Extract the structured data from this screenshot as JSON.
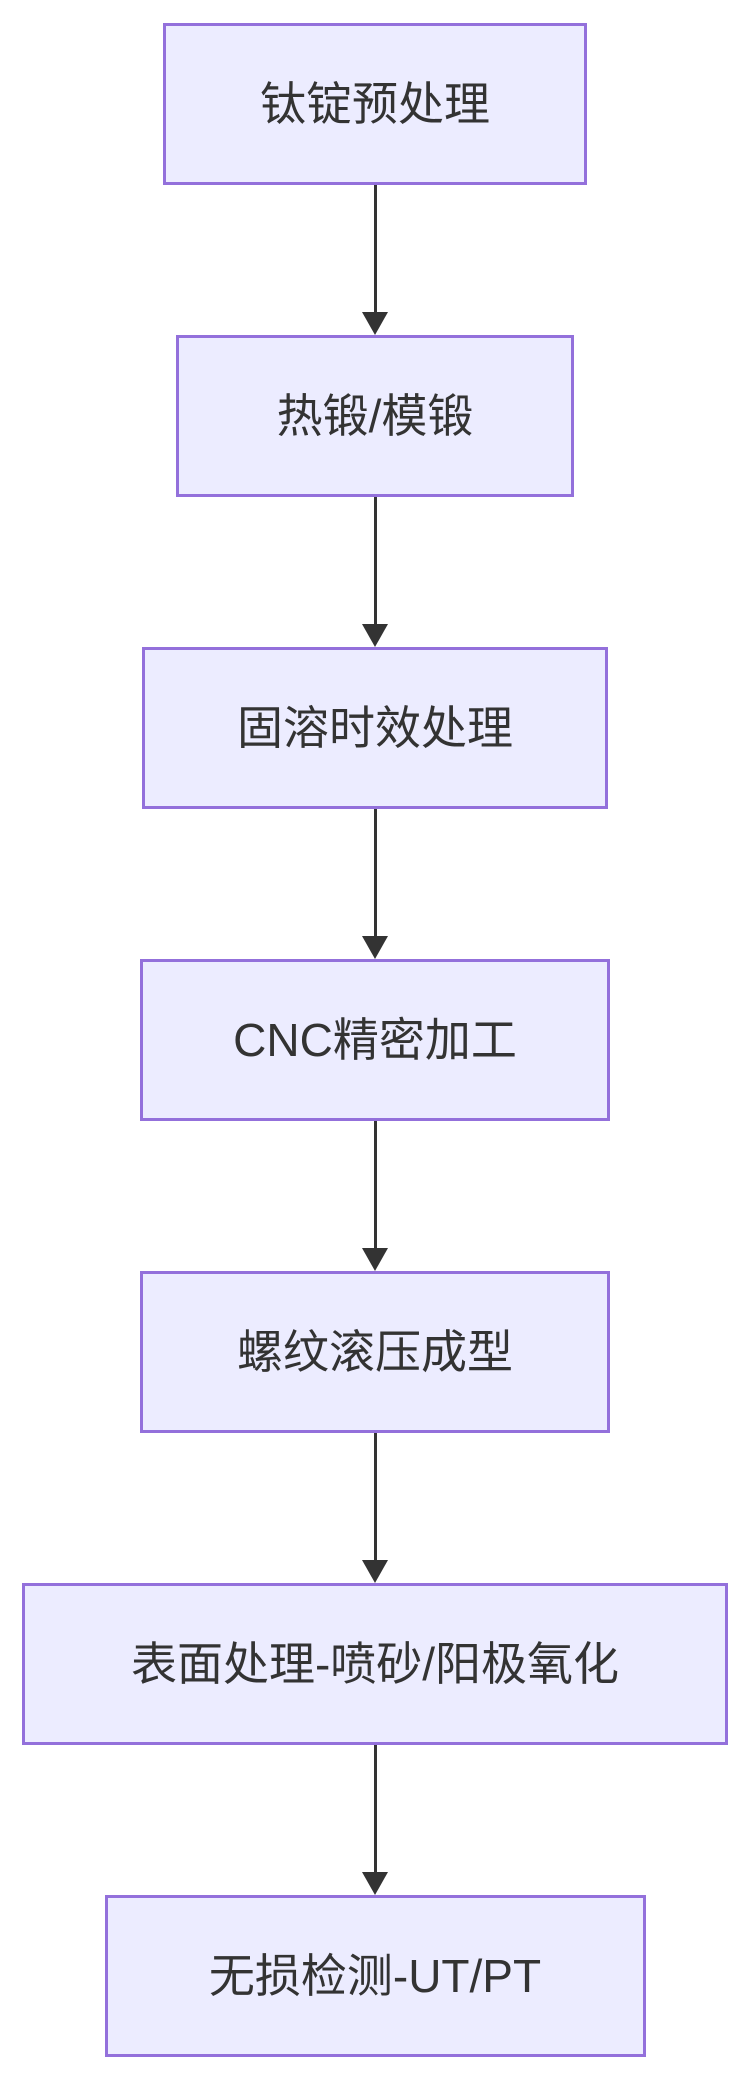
{
  "diagram": {
    "type": "flowchart",
    "direction": "top-down",
    "title": "",
    "nodes": [
      {
        "id": "step-1",
        "label": "钛锭预处理"
      },
      {
        "id": "step-2",
        "label": "热锻/模锻"
      },
      {
        "id": "step-3",
        "label": "固溶时效处理"
      },
      {
        "id": "step-4",
        "label": "CNC精密加工"
      },
      {
        "id": "step-5",
        "label": "螺纹滚压成型"
      },
      {
        "id": "step-6",
        "label": "表面处理-喷砂/阳极氧化"
      },
      {
        "id": "step-7",
        "label": "无损检测-UT/PT"
      }
    ],
    "edges": [
      {
        "from": "step-1",
        "to": "step-2",
        "arrow": "down"
      },
      {
        "from": "step-2",
        "to": "step-3",
        "arrow": "down"
      },
      {
        "from": "step-3",
        "to": "step-4",
        "arrow": "down"
      },
      {
        "from": "step-4",
        "to": "step-5",
        "arrow": "down"
      },
      {
        "from": "step-5",
        "to": "step-6",
        "arrow": "down"
      },
      {
        "from": "step-6",
        "to": "step-7",
        "arrow": "down"
      }
    ],
    "colors": {
      "node_fill": "#ECECFF",
      "node_border": "#9370DB",
      "text": "#333333",
      "arrow": "#333333",
      "background": "#FFFFFF"
    }
  }
}
